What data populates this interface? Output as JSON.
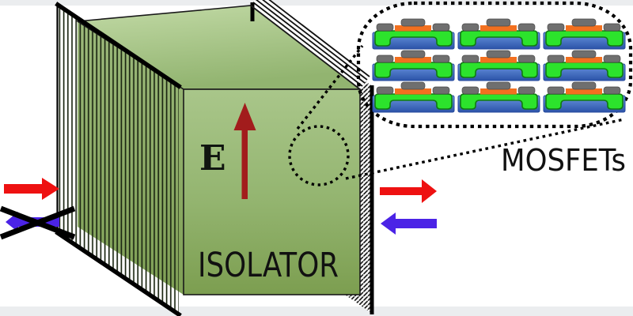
{
  "figure": {
    "type": "scientific-diagram",
    "subject": "electromagnetic isolator built from a MOSFET grid"
  },
  "box": {
    "label": "ISOLATOR",
    "field_label": "E",
    "field_arrow_direction": "up",
    "field_arrow_color": "#a21c1c",
    "face_color_light": "#b9d49c",
    "face_color_mid": "#95b671",
    "face_color_dark": "#7fa253"
  },
  "plates": {
    "left_plate_hatch": "vertical-stripes",
    "right_plate_hatch": "diagonal-stripes",
    "outline_color": "#000000"
  },
  "signals": {
    "left_forward_arrow": {
      "color": "#ee1111",
      "direction": "right",
      "blocked": false
    },
    "left_reverse_arrow": {
      "color": "#4b23e6",
      "direction": "left",
      "blocked": true
    },
    "right_forward_arrow": {
      "color": "#ee1111",
      "direction": "right",
      "blocked": false
    },
    "right_reverse_arrow": {
      "color": "#4b23e6",
      "direction": "left",
      "blocked": false
    },
    "blocked_x_color": "#000000"
  },
  "inset": {
    "label": "MOSFETs",
    "grid": {
      "rows": 3,
      "cols": 3
    },
    "callout_style": "dotted",
    "mosfet_colors": {
      "substrate_blue": "#3a67c0",
      "well_green": "#2ce32c",
      "oxide_orange": "#f2701f",
      "gate_gray": "#6f6f6f"
    }
  }
}
